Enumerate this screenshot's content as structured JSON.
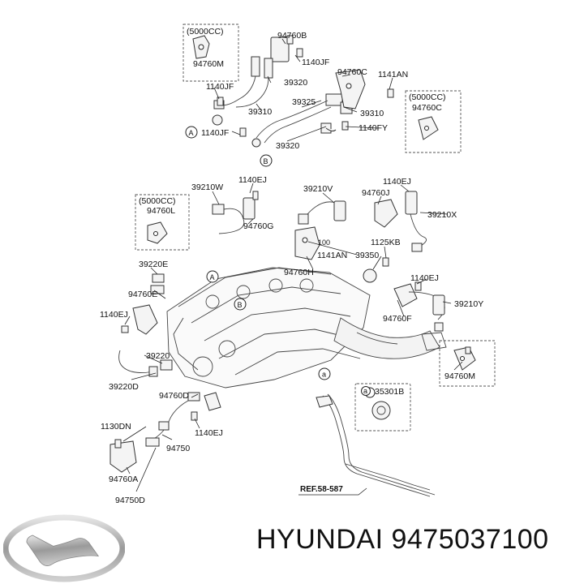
{
  "diagram": {
    "labels": {
      "cc_top_left": "(5000CC)",
      "p94760M_top": "94760M",
      "p94760B": "94760B",
      "p1140JF_a": "1140JF",
      "p1140JF_b": "1140JF",
      "p39320_a": "39320",
      "p39310_a": "39310",
      "p1140JF_c": "1140JF",
      "p39325": "39325",
      "p94760C": "94760C",
      "p1141AN_a": "1141AN",
      "cc_right_top": "(5000CC)",
      "p94760C_b": "94760C",
      "p39310_b": "39310",
      "p1140FY": "1140FY",
      "p39320_b": "39320",
      "p39210W": "39210W",
      "p1140EJ_a": "1140EJ",
      "cc_mid_left": "(5000CC)",
      "p94760L": "94760L",
      "p94760G": "94760G",
      "p39210V": "39210V",
      "p1140EJ_b": "1140EJ",
      "p94760J": "94760J",
      "p39210X": "39210X",
      "p1125KB": "1125KB",
      "p1141AN_b": "1141AN",
      "p39350": "39350",
      "p94760H": "94760H",
      "p39220E": "39220E",
      "p94760E": "94760E",
      "p1140EJ_c": "1140EJ",
      "p1140EJ_d": "1140EJ",
      "p39210Y": "39210Y",
      "p94760F": "94760F",
      "p39220": "39220",
      "p39220D": "39220D",
      "p94760M_right": "94760M",
      "p94760D": "94760D",
      "p1140EJ_e": "1140EJ",
      "p1130DN": "1130DN",
      "p94750": "94750",
      "p94760A": "94760A",
      "p94750D": "94750D",
      "p35301B": "35301B",
      "ref": "REF.58-587",
      "callout_a": "A",
      "callout_b": "B",
      "callout_a2": "A",
      "callout_b2": "B",
      "callout_sub_a": "a",
      "callout_sub_a2": "a",
      "tiny_100": "100"
    }
  },
  "brand": {
    "logo_icon": "hyundai-logo",
    "text": "HYUNDAI 9475037100"
  }
}
